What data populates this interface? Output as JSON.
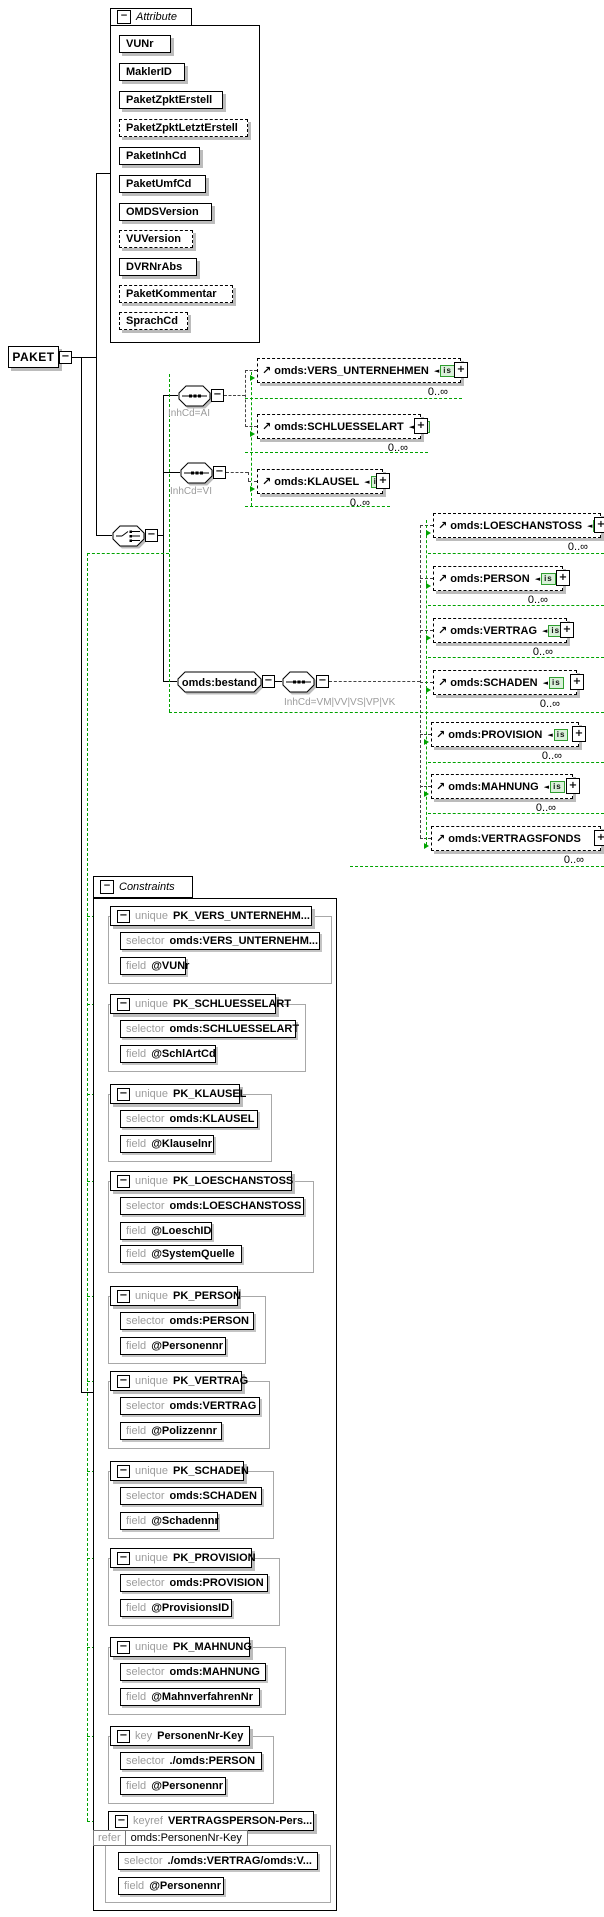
{
  "root": {
    "label": "PAKET"
  },
  "glyphs": {
    "minus": "−",
    "plus": "+",
    "ref_arrow": "↗",
    "left_arrow": "◄",
    "badge_text": "is"
  },
  "colors": {
    "guide_green": "#00a300",
    "badge_green_bg": "#d9f1d9",
    "badge_green_border": "#2f9e2f",
    "shadow_gray": "#bcbcbc"
  },
  "attribute_section": {
    "title": "Attribute",
    "items": [
      {
        "name": "VUNr",
        "optional": false
      },
      {
        "name": "MaklerID",
        "optional": false
      },
      {
        "name": "PaketZpktErstell",
        "optional": false
      },
      {
        "name": "PaketZpktLetztErstell",
        "optional": true
      },
      {
        "name": "PaketInhCd",
        "optional": false
      },
      {
        "name": "PaketUmfCd",
        "optional": false
      },
      {
        "name": "OMDSVersion",
        "optional": false
      },
      {
        "name": "VUVersion",
        "optional": true
      },
      {
        "name": "DVRNrAbs",
        "optional": false
      },
      {
        "name": "PaketKommentar",
        "optional": true
      },
      {
        "name": "SprachCd",
        "optional": true
      }
    ]
  },
  "content_model": {
    "bestand_label": "omds:bestand",
    "branches": [
      {
        "compositor": "sequence",
        "condition": "InhCd=AI",
        "elements": [
          {
            "name": "omds:VERS_UNTERNEHMEN",
            "occurs": "0..∞",
            "badge": true
          },
          {
            "name": "omds:SCHLUESSELART",
            "occurs": "0..∞",
            "badge": true
          }
        ]
      },
      {
        "compositor": "sequence",
        "condition": "InhCd=VI",
        "elements": [
          {
            "name": "omds:KLAUSEL",
            "occurs": "0..∞",
            "badge": true
          }
        ]
      },
      {
        "compositor": "sequence",
        "condition": "InhCd=VM|VV|VS|VP|VK",
        "elements": [
          {
            "name": "omds:LOESCHANSTOSS",
            "occurs": "0..∞",
            "badge": true
          },
          {
            "name": "omds:PERSON",
            "occurs": "0..∞",
            "badge": true
          },
          {
            "name": "omds:VERTRAG",
            "occurs": "0..∞",
            "badge": true
          },
          {
            "name": "omds:SCHADEN",
            "occurs": "0..∞",
            "badge": true
          },
          {
            "name": "omds:PROVISION",
            "occurs": "0..∞",
            "badge": true
          },
          {
            "name": "omds:MAHNUNG",
            "occurs": "0..∞",
            "badge": true
          },
          {
            "name": "omds:VERTRAGSFONDS",
            "occurs": "0..∞",
            "badge": false
          }
        ]
      }
    ]
  },
  "constraints_section": {
    "title": "Constraints",
    "labels": {
      "selector": "selector",
      "field": "field",
      "refer": "refer"
    },
    "items": [
      {
        "kind": "unique",
        "name": "PK_VERS_UNTERNEHM...",
        "selector": "omds:VERS_UNTERNEHM...",
        "fields": [
          "@VUNr"
        ]
      },
      {
        "kind": "unique",
        "name": "PK_SCHLUESSELART",
        "selector": "omds:SCHLUESSELART",
        "fields": [
          "@SchlArtCd"
        ]
      },
      {
        "kind": "unique",
        "name": "PK_KLAUSEL",
        "selector": "omds:KLAUSEL",
        "fields": [
          "@Klauselnr"
        ]
      },
      {
        "kind": "unique",
        "name": "PK_LOESCHANSTOSS",
        "selector": "omds:LOESCHANSTOSS",
        "fields": [
          "@LoeschID",
          "@SystemQuelle"
        ]
      },
      {
        "kind": "unique",
        "name": "PK_PERSON",
        "selector": "omds:PERSON",
        "fields": [
          "@Personennr"
        ]
      },
      {
        "kind": "unique",
        "name": "PK_VERTRAG",
        "selector": "omds:VERTRAG",
        "fields": [
          "@Polizzennr"
        ]
      },
      {
        "kind": "unique",
        "name": "PK_SCHADEN",
        "selector": "omds:SCHADEN",
        "fields": [
          "@Schadennr"
        ]
      },
      {
        "kind": "unique",
        "name": "PK_PROVISION",
        "selector": "omds:PROVISION",
        "fields": [
          "@ProvisionsID"
        ]
      },
      {
        "kind": "unique",
        "name": "PK_MAHNUNG",
        "selector": "omds:MAHNUNG",
        "fields": [
          "@MahnverfahrenNr"
        ]
      },
      {
        "kind": "key",
        "name": "PersonenNr-Key",
        "selector": "./omds:PERSON",
        "fields": [
          "@Personennr"
        ]
      },
      {
        "kind": "keyref",
        "name": "VERTRAGSPERSON-Pers...",
        "refer": "omds:PersonenNr-Key",
        "selector": "./omds:VERTRAG/omds:V...",
        "fields": [
          "@Personennr"
        ]
      }
    ]
  }
}
